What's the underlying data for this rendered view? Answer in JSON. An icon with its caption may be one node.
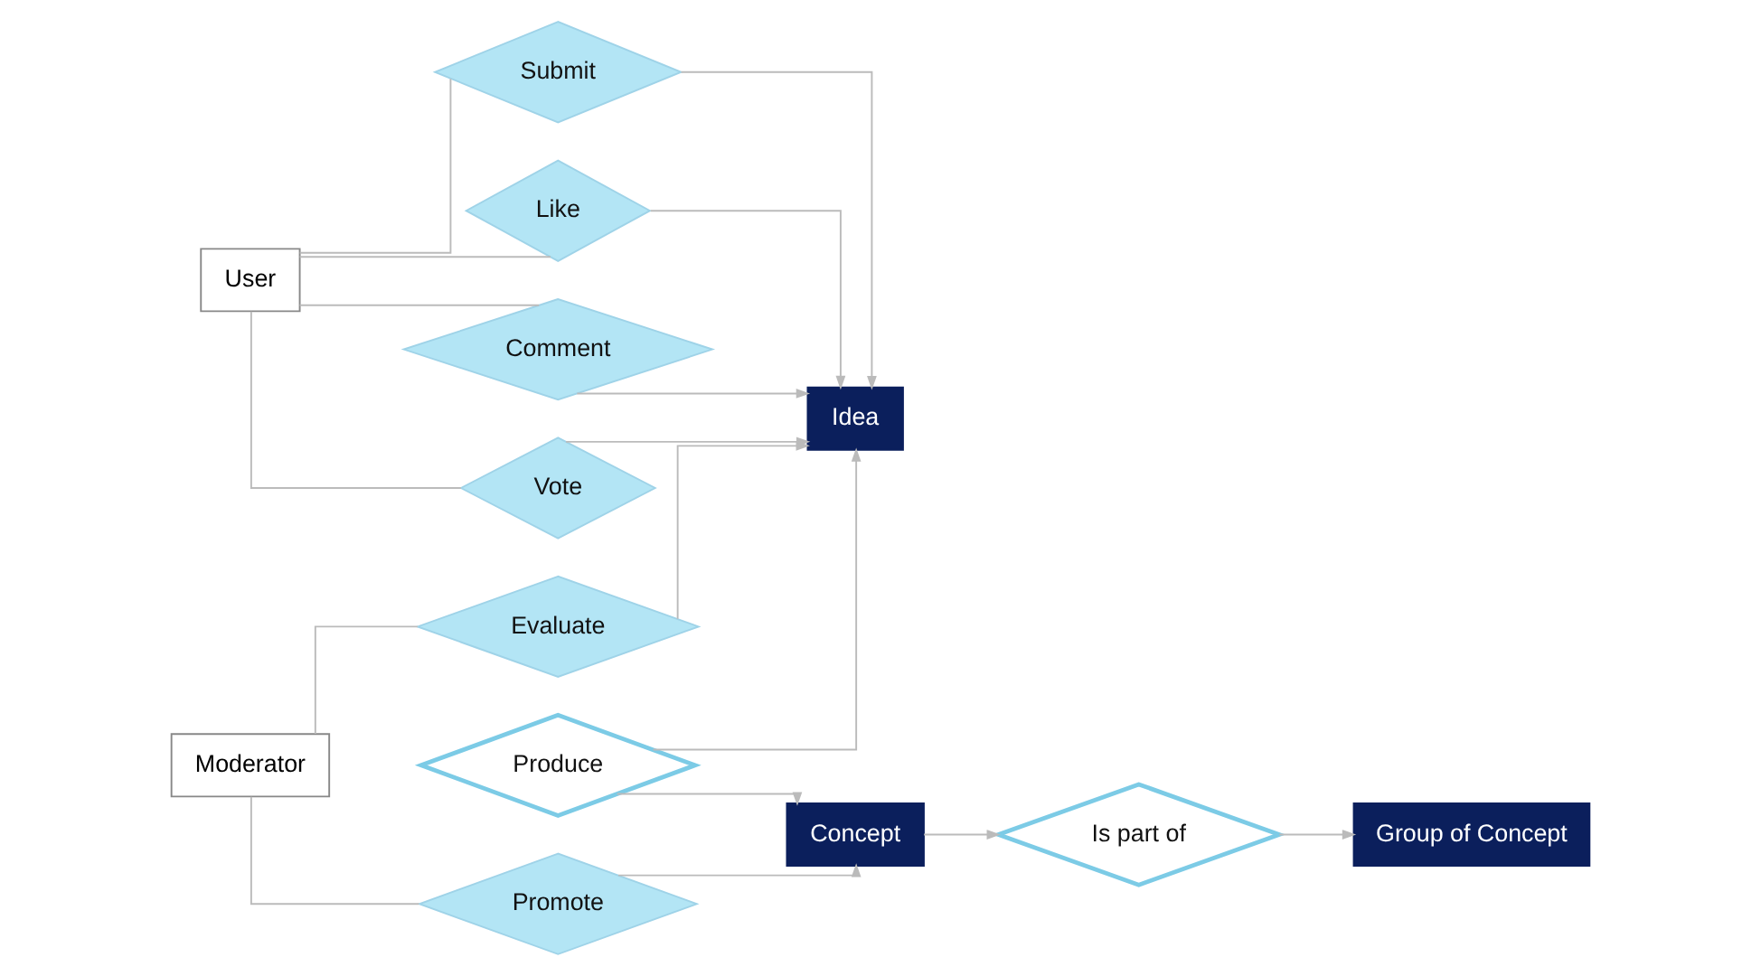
{
  "diagram": {
    "nodes": [
      {
        "text": [
          "User"
        ]
      },
      {
        "text": [
          "Submit"
        ]
      },
      {
        "text": [
          "Like"
        ]
      },
      {
        "text": [
          "Comment"
        ]
      },
      {
        "text": [
          "Vote"
        ]
      },
      {
        "text": [
          "Moderator"
        ]
      },
      {
        "text": [
          "Evaluate"
        ]
      },
      {
        "text": [
          "Promote"
        ]
      },
      {
        "text": [
          "Idea"
        ]
      },
      {
        "text": [
          "Produce"
        ]
      },
      {
        "text": [
          "Concept"
        ]
      },
      {
        "text": [
          "Is part of"
        ]
      },
      {
        "text": [
          "Group of Concept"
        ]
      }
    ],
    "edges": [
      {
        "from": 0,
        "to": 1,
        "arrow": "none"
      },
      {
        "from": 0,
        "to": 2,
        "arrow": "none"
      },
      {
        "from": 0,
        "to": 3,
        "arrow": "none"
      },
      {
        "from": 0,
        "to": 4,
        "arrow": "none"
      },
      {
        "from": 1,
        "to": 8,
        "arrow": "to"
      },
      {
        "from": 2,
        "to": 8,
        "arrow": "to"
      },
      {
        "from": 3,
        "to": 8,
        "arrow": "to"
      },
      {
        "from": 4,
        "to": 8,
        "arrow": "to"
      },
      {
        "from": 5,
        "to": 6,
        "arrow": "none"
      },
      {
        "from": 5,
        "to": 7,
        "arrow": "none"
      },
      {
        "from": 6,
        "to": 8,
        "arrow": "to"
      },
      {
        "from": 7,
        "to": 10,
        "arrow": "to"
      },
      {
        "from": 9,
        "to": 8,
        "arrow": "to"
      },
      {
        "from": 9,
        "to": 10,
        "arrow": "to"
      },
      {
        "from": 10,
        "to": 11,
        "arrow": "to"
      },
      {
        "from": 11,
        "to": 12,
        "arrow": "to"
      }
    ]
  }
}
